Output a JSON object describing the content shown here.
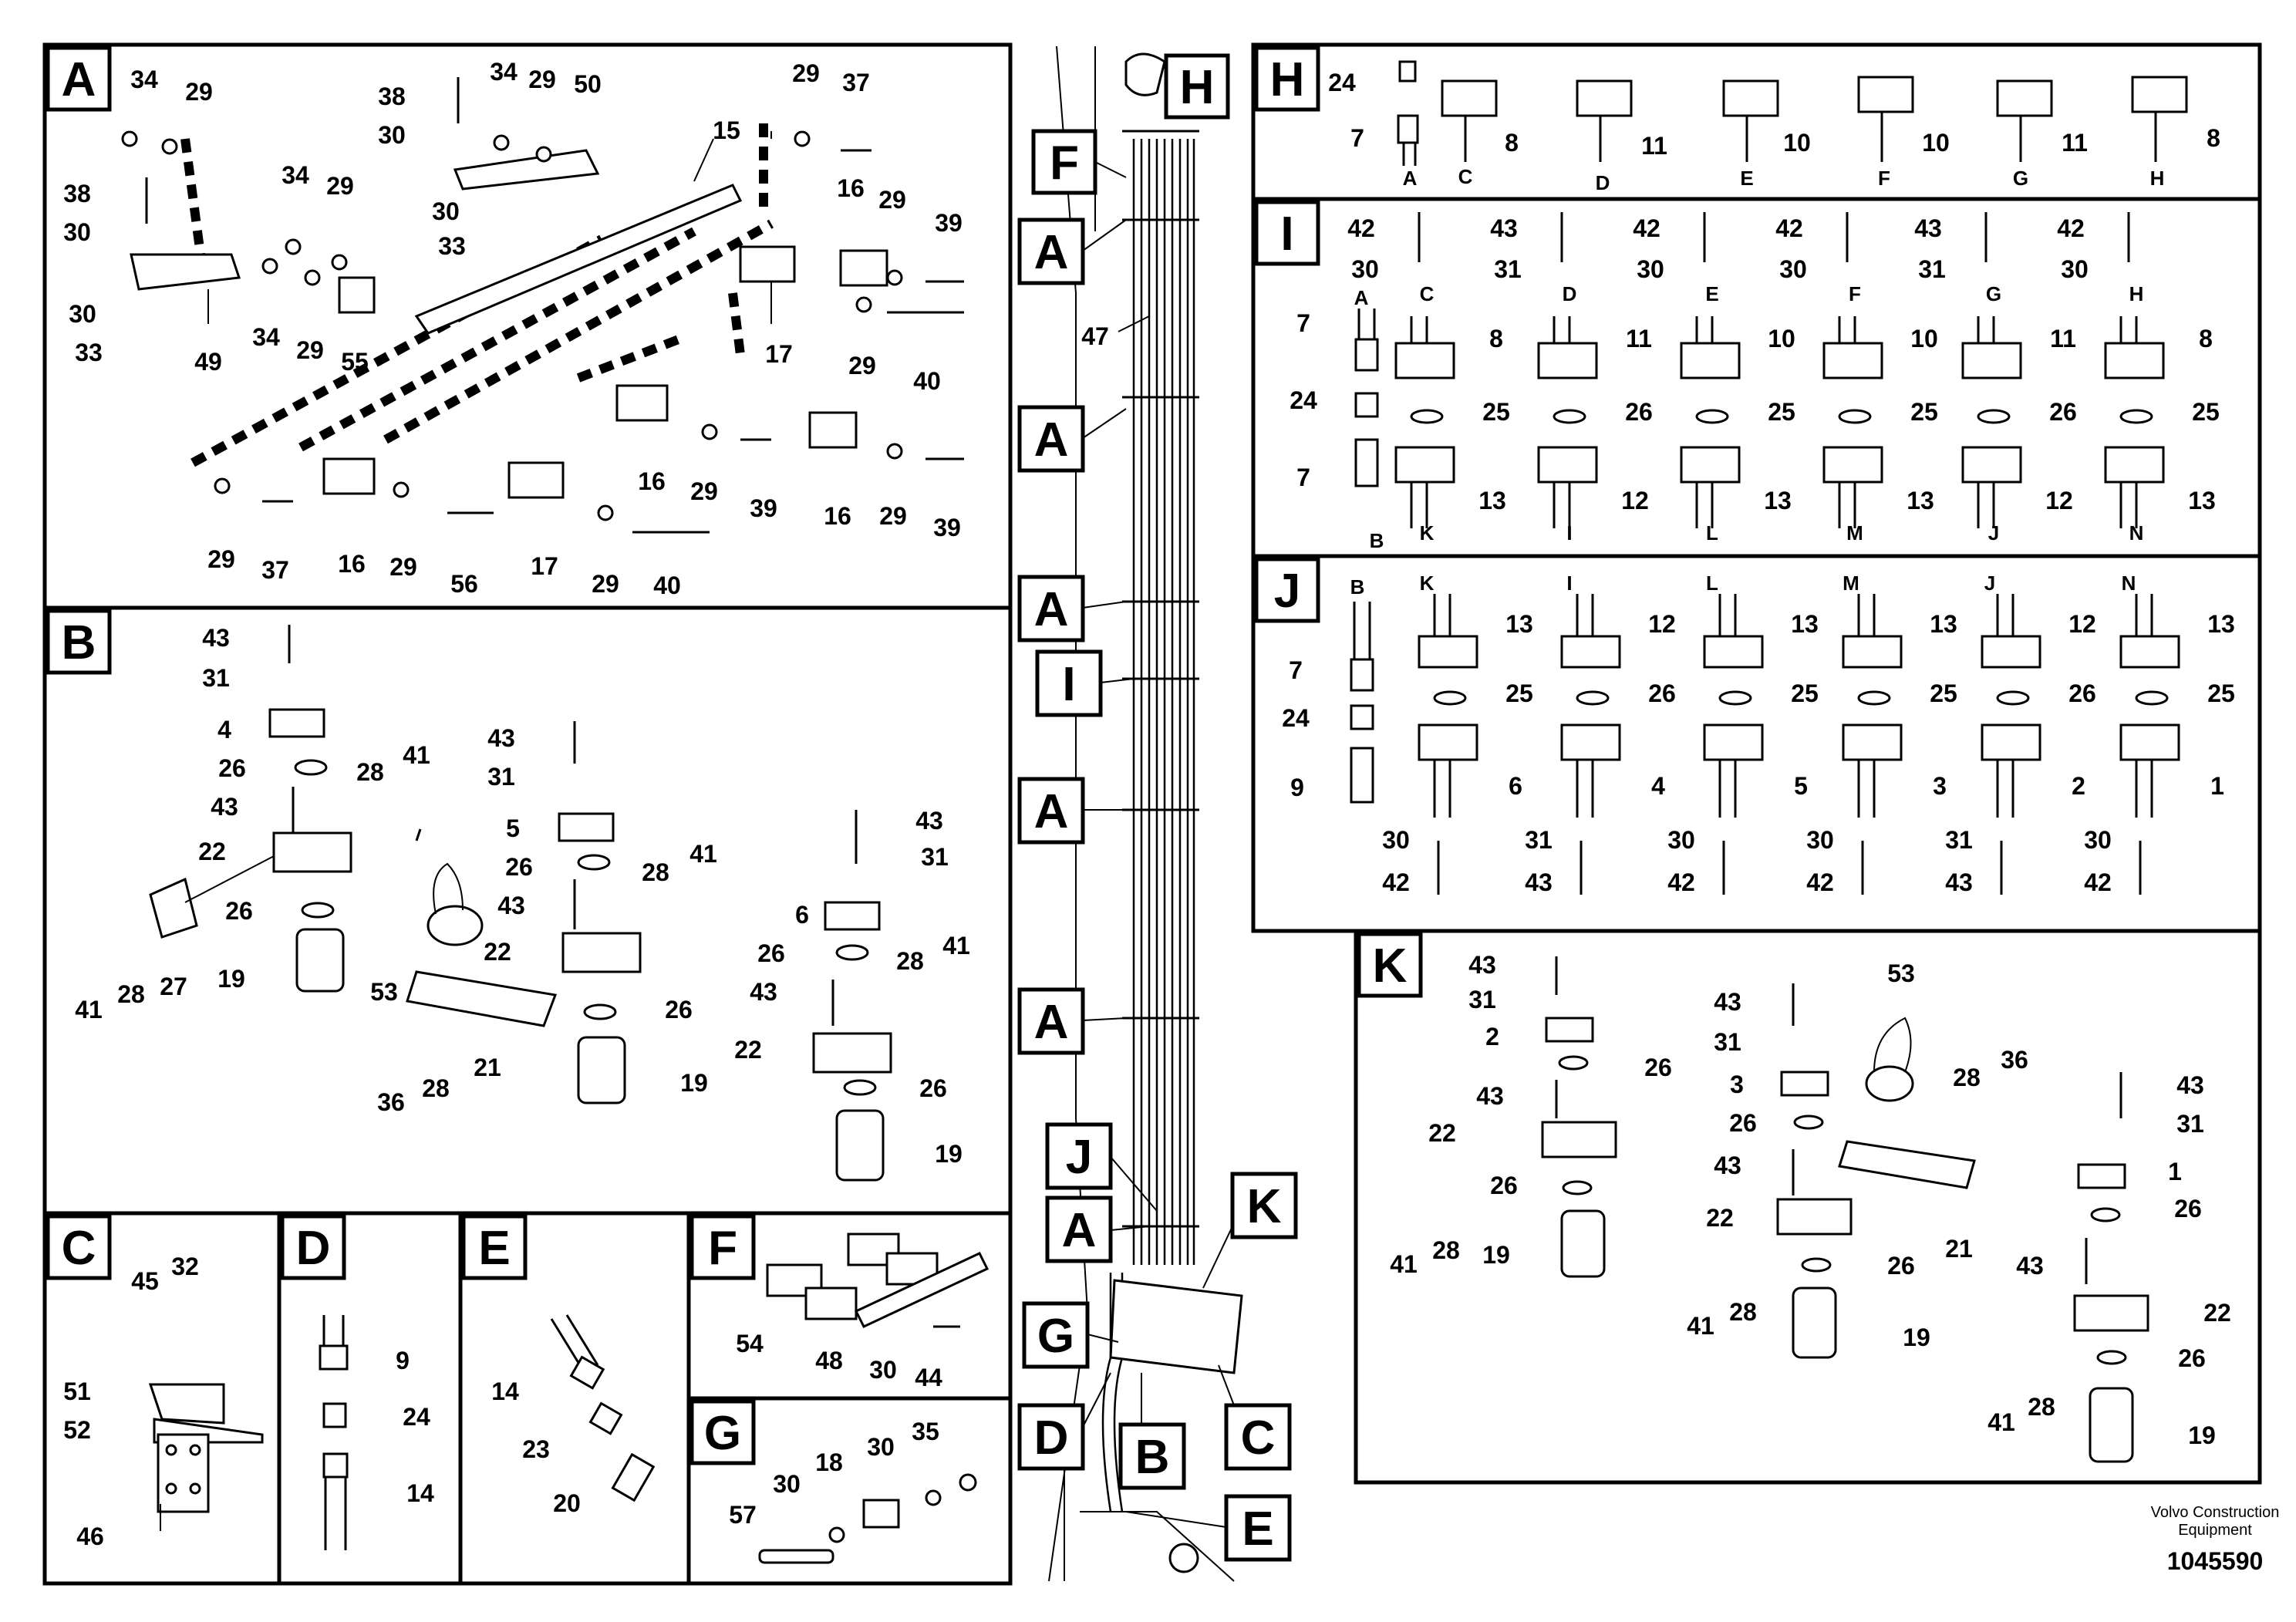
{
  "sections": {
    "A": {
      "tag": "A",
      "labels": [
        "34",
        "29",
        "38",
        "30",
        "38",
        "30",
        "30",
        "33",
        "49",
        "34",
        "29",
        "34",
        "29",
        "55",
        "30",
        "33",
        "34",
        "29",
        "50",
        "15",
        "29",
        "37",
        "16",
        "29",
        "39",
        "17",
        "29",
        "40",
        "29",
        "37",
        "16",
        "29",
        "56",
        "17",
        "29",
        "40",
        "16",
        "29",
        "39",
        "16",
        "29",
        "39"
      ]
    },
    "B": {
      "tag": "B",
      "labels": [
        "43",
        "31",
        "4",
        "26",
        "43",
        "28",
        "41",
        "22",
        "26",
        "19",
        "41",
        "28",
        "27",
        "43",
        "31",
        "5",
        "26",
        "43",
        "22",
        "28",
        "41",
        "26",
        "19",
        "53",
        "21",
        "36",
        "28",
        "43",
        "31",
        "6",
        "26",
        "43",
        "28",
        "41",
        "22",
        "26",
        "19"
      ]
    },
    "C": {
      "tag": "C",
      "labels": [
        "45",
        "32",
        "51",
        "52",
        "46"
      ]
    },
    "D": {
      "tag": "D",
      "labels": [
        "9",
        "24",
        "14"
      ]
    },
    "E": {
      "tag": "E",
      "labels": [
        "14",
        "23",
        "20"
      ]
    },
    "F": {
      "tag": "F",
      "labels": [
        "54",
        "48",
        "30",
        "44"
      ]
    },
    "G": {
      "tag": "G",
      "labels": [
        "57",
        "30",
        "18",
        "30",
        "35"
      ]
    },
    "H": {
      "tag": "H",
      "labels": [
        "24",
        "7",
        "8",
        "11",
        "10",
        "10",
        "11",
        "8"
      ],
      "letters": [
        "A",
        "C",
        "D",
        "E",
        "F",
        "G",
        "H"
      ]
    },
    "I": {
      "tag": "I"
    },
    "J": {
      "tag": "J"
    },
    "K": {
      "tag": "K",
      "labels": [
        "43",
        "31",
        "2",
        "26",
        "43",
        "22",
        "26",
        "41",
        "28",
        "19",
        "53",
        "43",
        "31",
        "3",
        "26",
        "43",
        "22",
        "28",
        "36",
        "21",
        "26",
        "41",
        "28",
        "19",
        "43",
        "31",
        "1",
        "26",
        "43",
        "22",
        "26",
        "41",
        "28",
        "19"
      ]
    }
  },
  "callouts": {
    "H": "H",
    "F": "F",
    "A1": "A",
    "A2": "A",
    "A3": "A",
    "I": "I",
    "A4": "A",
    "A5": "A",
    "J": "J",
    "K": "K",
    "A6": "A",
    "G": "G",
    "D": "D",
    "B": "B",
    "C": "C",
    "E": "E",
    "n47": "47"
  },
  "footer": {
    "company_line1": "Volvo Construction",
    "company_line2": "Equipment",
    "drawing_number": "1045590"
  }
}
